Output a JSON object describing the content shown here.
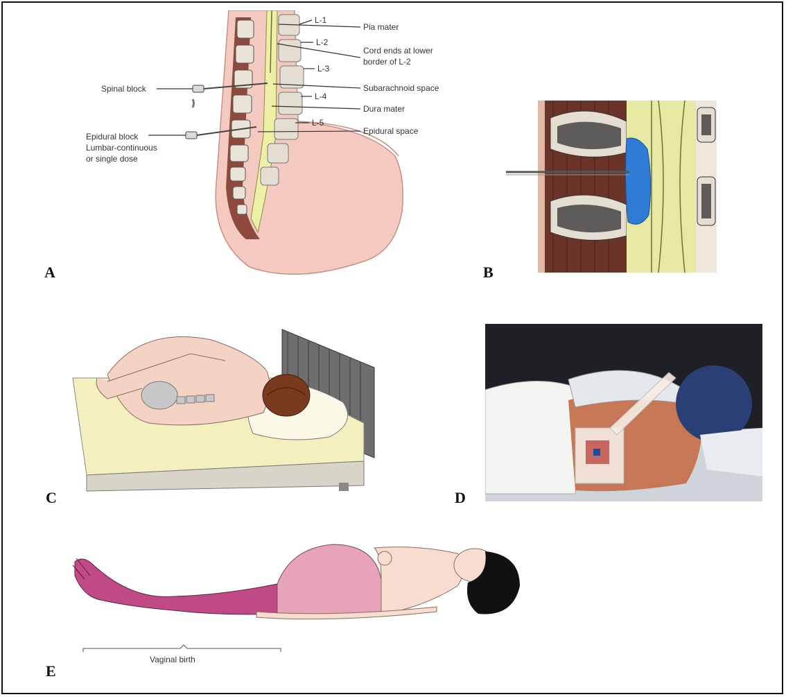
{
  "panels": {
    "a": {
      "letter": "A",
      "labels": {
        "l1": "L-1",
        "l2": "L-2",
        "l3": "L-3",
        "l4": "L-4",
        "l5": "L-5",
        "pia": "Pia mater",
        "cord_1": "Cord ends at lower",
        "cord_2": "border of L-2",
        "subarachnoid": "Subarachnoid space",
        "dura": "Dura mater",
        "epidural_space": "Epidural space",
        "spinal_block": "Spinal block",
        "epidural_block_1": "Epidural block",
        "epidural_block_2": "Lumbar-continuous",
        "epidural_block_3": "or single dose"
      }
    },
    "b": {
      "letter": "B"
    },
    "c": {
      "letter": "C"
    },
    "d": {
      "letter": "D"
    },
    "e": {
      "letter": "E",
      "labels": {
        "caption": "Vaginal birth"
      }
    }
  },
  "colors": {
    "skin": "#f2c2ba",
    "cord": "#ecefa6",
    "bone": "#e3ddd2",
    "muscle": "#6b3428",
    "injectate": "#2e7cd6",
    "leg": "#c04a86",
    "belly": "#e7a3b8",
    "hair": "#111111"
  }
}
